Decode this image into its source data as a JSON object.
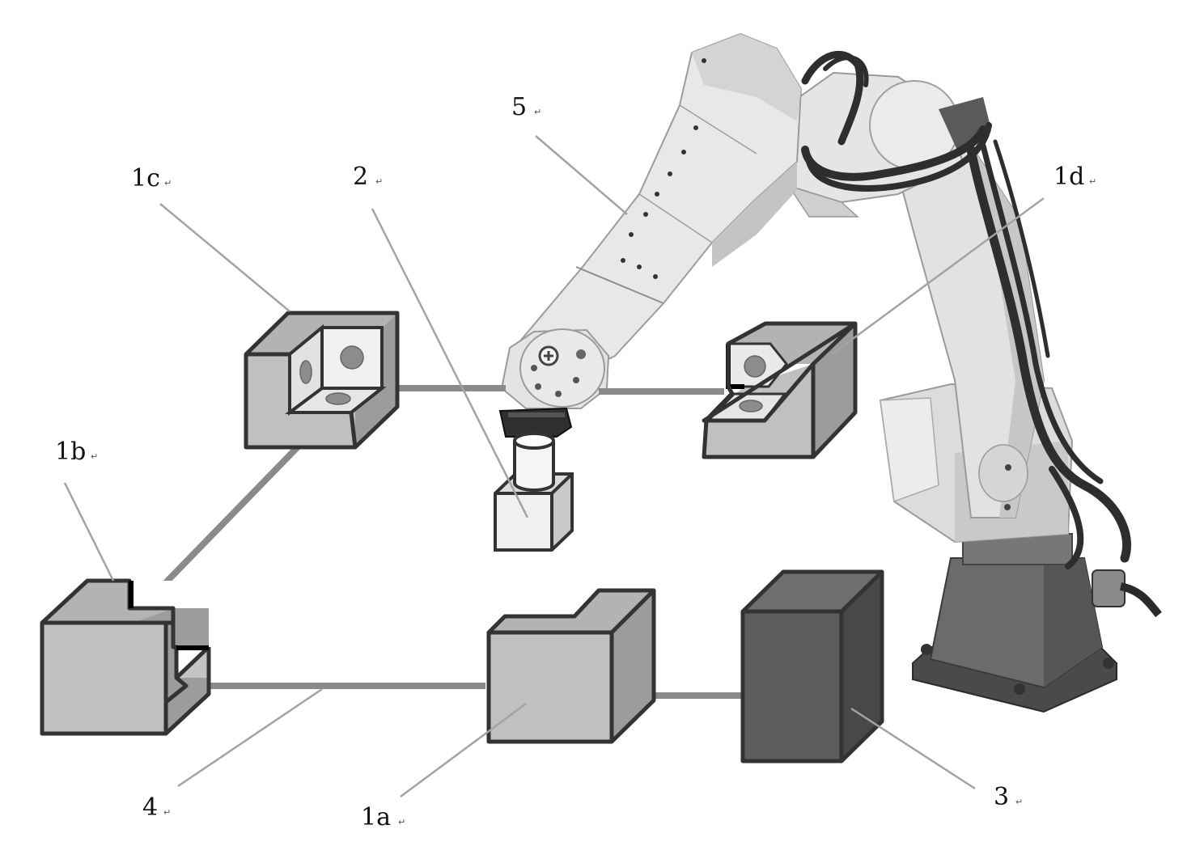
{
  "labels": {
    "l5": "5",
    "l1c": "1c",
    "l2": "2",
    "l1d": "1d",
    "l1b": "1b",
    "l4": "4",
    "l1a": "1a",
    "l3": "3"
  },
  "return_mark": "↵",
  "colors": {
    "station_face": "#c0c0c0",
    "station_side": "#9c9c9c",
    "station_top": "#b3b3b3",
    "edge": "#333333",
    "connector": "#8a8a8a",
    "leader": "#a3a3a3",
    "controller_front": "#5c5c5c",
    "controller_side": "#484848",
    "controller_top": "#6e6e6e",
    "part": "#f2f2f2",
    "robot_body": "#e6e6e6",
    "robot_shadow": "#b8b8b8",
    "robot_base": "#6b6b6b",
    "cable": "#2e2e2e"
  }
}
